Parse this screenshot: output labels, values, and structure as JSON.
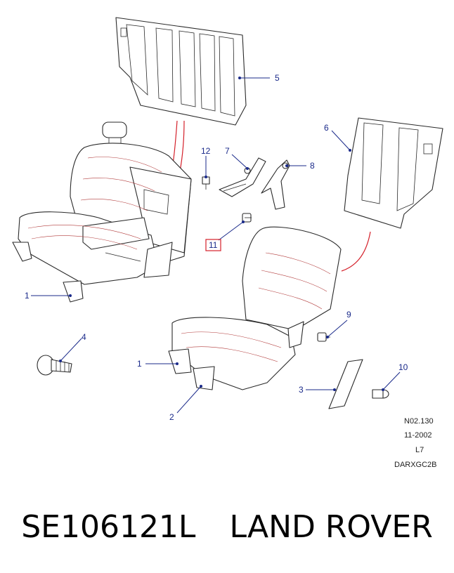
{
  "diagram": {
    "callouts": [
      "1",
      "1",
      "2",
      "3",
      "4",
      "5",
      "6",
      "7",
      "8",
      "9",
      "10",
      "11",
      "12"
    ],
    "highlighted_callout": "11",
    "meta_lines": [
      "N02.130",
      "11-2002",
      "L7",
      "DARXGC2B"
    ]
  },
  "caption": {
    "part_number": "SE106121L",
    "brand": "LAND ROVER"
  },
  "colors": {
    "callout": "#1a2a8a",
    "highlight": "#d4202a",
    "line_art": "#2a2a2a"
  }
}
